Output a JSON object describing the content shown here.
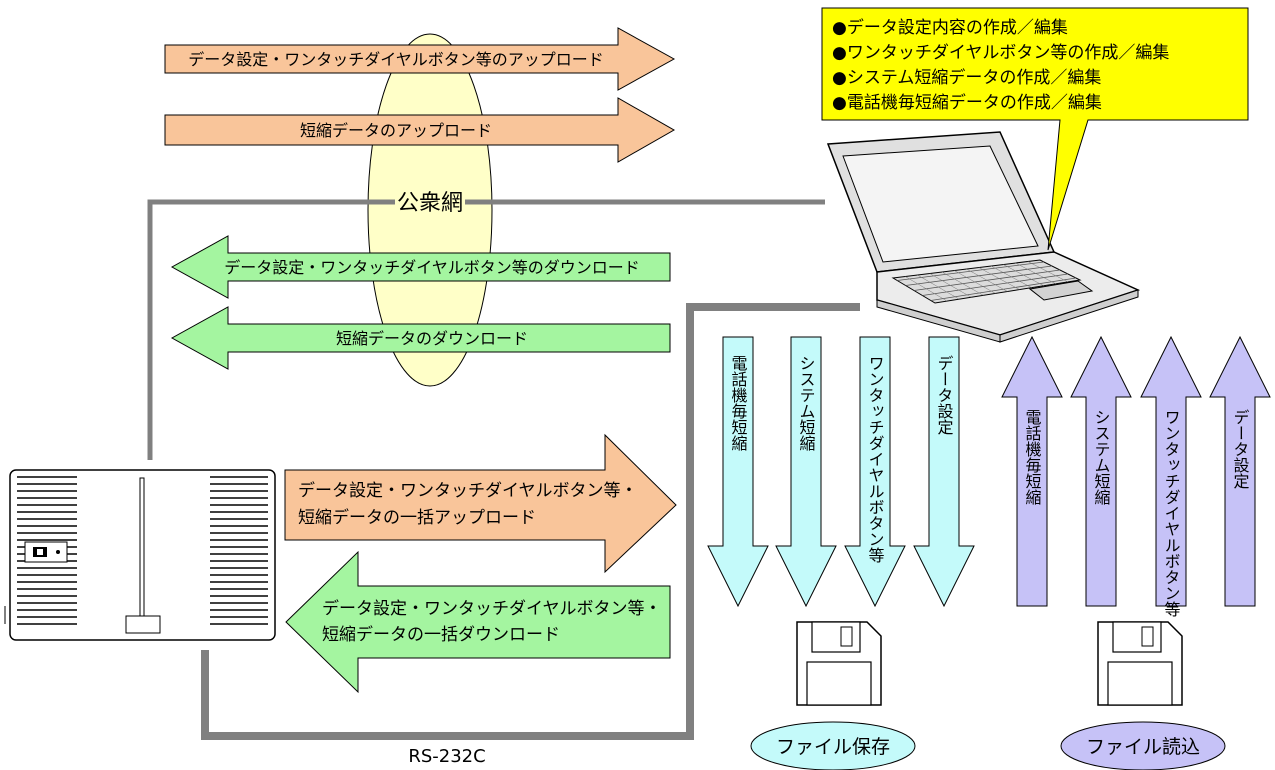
{
  "callout": {
    "lines": [
      "●データ設定内容の作成／編集",
      "●ワンタッチダイヤルボタン等の作成／編集",
      "●システム短縮データの作成／編集",
      "●電話機毎短縮データの作成／編集"
    ]
  },
  "network_label": "公衆網",
  "arrows": {
    "upload_settings": "データ設定・ワンタッチダイヤルボタン等のアップロード",
    "upload_speed": "短縮データのアップロード",
    "download_settings": "データ設定・ワンタッチダイヤルボタン等のダウンロード",
    "download_speed": "短縮データのダウンロード",
    "bulk_upload": [
      "データ設定・ワンタッチダイヤルボタン等・",
      "短縮データの一括アップロード"
    ],
    "bulk_download": [
      "データ設定・ワンタッチダイヤルボタン等・",
      "短縮データの一括ダウンロード"
    ]
  },
  "save_arrows": [
    "電話機毎短縮",
    "システム短縮",
    "ワンタッチダイヤルボタン等",
    "データ設定"
  ],
  "load_arrows": [
    "電話機毎短縮",
    "システム短縮",
    "ワンタッチダイヤルボタン等",
    "データ設定"
  ],
  "file_save_label": "ファイル保存",
  "file_load_label": "ファイル読込",
  "rs232c_label": "RS-232C",
  "colors": {
    "upload": "#f9c59a",
    "download": "#a4f5a0",
    "save": "#c4fafa",
    "load": "#c6c2f7",
    "callout": "#ffff00",
    "ellipse": "#ffffc8",
    "line": "#808080"
  }
}
